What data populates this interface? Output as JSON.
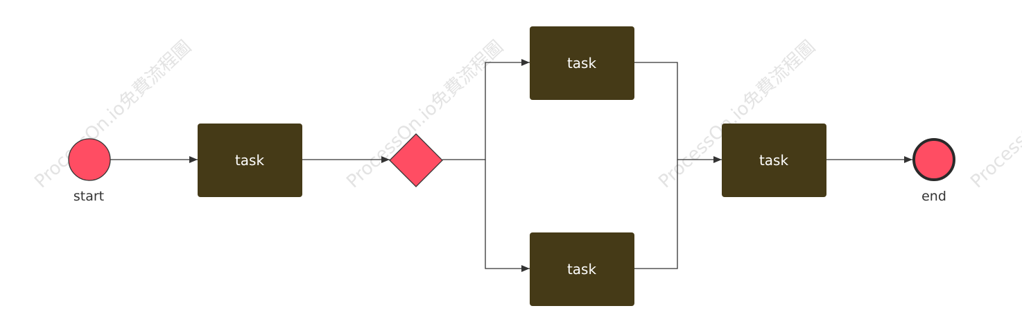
{
  "diagram": {
    "watermark": "ProcessOn.io免費流程圖",
    "colors": {
      "task_fill": "#453a17",
      "task_text": "#ffffff",
      "event_fill": "#ff4d63",
      "stroke": "#333333",
      "watermark": "#e3e3e3"
    },
    "nodes": {
      "start": {
        "label": "start"
      },
      "task_1": {
        "label": "task"
      },
      "gateway": {
        "label": ""
      },
      "task_top": {
        "label": "task"
      },
      "task_bottom": {
        "label": "task"
      },
      "task_merge": {
        "label": "task"
      },
      "end": {
        "label": "end"
      }
    }
  }
}
